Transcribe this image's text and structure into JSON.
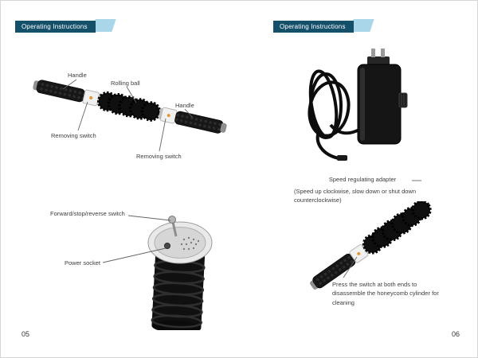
{
  "colors": {
    "badge_bg": "#15506a",
    "badge_accent": "#a9d6e8",
    "page_bg": "#ffffff",
    "label_text": "#3d3d3d",
    "device_dark": "#141414",
    "switch_dot": "#e09a35"
  },
  "pages": {
    "left": {
      "header": "Operating Instructions",
      "page_number": "05",
      "labels": {
        "handle_left": "Handle",
        "rolling_ball": "Rolling ball",
        "handle_right": "Handle",
        "removing_switch_left": "Removing switch",
        "removing_switch_right": "Removing switch",
        "fsr_switch": "Forward/stop/reverse switch",
        "power_socket": "Power socket"
      }
    },
    "right": {
      "header": "Operating Instructions",
      "page_number": "06",
      "labels": {
        "speed_adapter": "Speed regulating adapter",
        "speed_note": "(Speed up clockwise, slow down or shut down counterclockwise)",
        "cleaning_note": "Press the switch at both ends to disassemble the honeycomb cylinder for cleaning"
      }
    }
  }
}
